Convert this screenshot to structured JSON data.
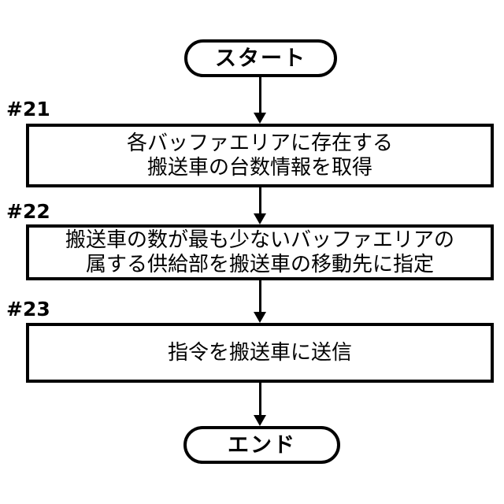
{
  "figure": {
    "type": "flowchart",
    "orientation": "vertical",
    "background_color": "#ffffff",
    "line_color": "#000000"
  },
  "nodes": {
    "start": {
      "shape": "terminator",
      "label": "スタート"
    },
    "step21": {
      "shape": "process",
      "tag": "#21",
      "line1": "各バッファエリアに存在する",
      "line2": "搬送車の台数情報を取得"
    },
    "step22": {
      "shape": "process",
      "tag": "#22",
      "line1": "搬送車の数が最も少ないバッファエリアの",
      "line2": "属する供給部を搬送車の移動先に指定"
    },
    "step23": {
      "shape": "process",
      "tag": "#23",
      "line1": "指令を搬送車に送信"
    },
    "end": {
      "shape": "terminator",
      "label": "エンド"
    }
  },
  "connectors": [
    {
      "name": "start-to-step21",
      "from": "start",
      "to": "step21",
      "arrowhead": "down"
    },
    {
      "name": "step21-to-step22",
      "from": "step21",
      "to": "step22",
      "arrowhead": "down"
    },
    {
      "name": "step22-to-step23",
      "from": "step22",
      "to": "step23",
      "arrowhead": "down"
    },
    {
      "name": "step23-to-end",
      "from": "step23",
      "to": "end",
      "arrowhead": "down"
    }
  ]
}
